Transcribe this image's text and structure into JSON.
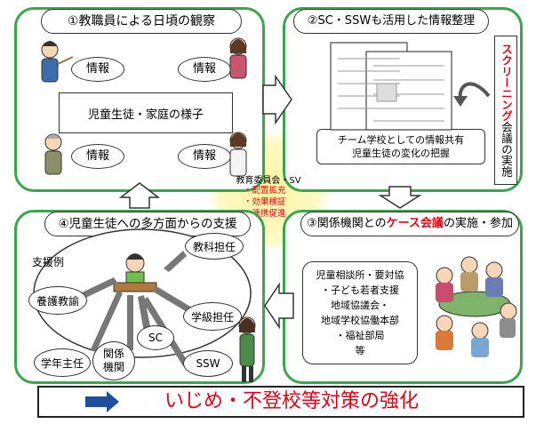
{
  "panel1": {
    "title": "①教職員による日頃の観察",
    "info_labels": [
      "情報",
      "情報",
      "情報",
      "情報"
    ],
    "center": "児童生徒・家庭の様子"
  },
  "panel2": {
    "title": "②SC・SSWも活用した情報整理",
    "vertical_prefix": "スクリーニング",
    "vertical_suffix": "会議の実施",
    "note_line1": "チーム学校としての情報共有",
    "note_line2": "児童生徒の変化の把握"
  },
  "center_circle": {
    "label": "教育委員会・SV",
    "items": [
      "・配置拡充",
      "・効果検証",
      "・連携促進"
    ]
  },
  "panel3": {
    "title_prefix": "③関係機関との",
    "title_highlight": "ケース会議",
    "title_suffix": "の実施・参加",
    "orgs": [
      "児童相談所・要対協",
      "・子ども若者支援",
      "地域協議会・",
      "地域学校協働本部",
      "・福祉部局",
      "等"
    ]
  },
  "panel4": {
    "title": "④児童生徒への多方面からの支援",
    "example": "支援例",
    "supporters": [
      "教科担任",
      "養護教諭",
      "学級担任",
      "SC",
      "学年主任",
      "関係機関",
      "SSW"
    ]
  },
  "footer": {
    "text": "いじめ・不登校等対策の強化"
  },
  "colors": {
    "green": "#3ea64a",
    "red": "#e60012",
    "blue": "#1f4e9e",
    "yellow": "#fff7a8"
  }
}
